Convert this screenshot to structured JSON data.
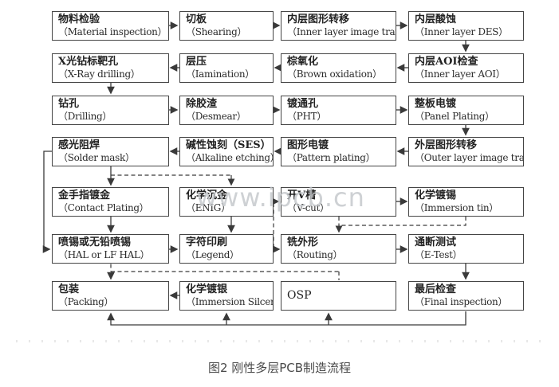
{
  "figure": {
    "caption": "图2 刚性多层PCB制造流程",
    "watermark": "www.ipcb.cn"
  },
  "flow": {
    "boxes": [
      {
        "id": "material-inspection",
        "zh": "物料检验",
        "en": "（Material inspection）"
      },
      {
        "id": "shearing",
        "zh": "切板",
        "en": "（Shearing）"
      },
      {
        "id": "inner-layer-image-transfer",
        "zh": "内层图形转移",
        "en": "（Inner layer image transfer）"
      },
      {
        "id": "inner-layer-des",
        "zh": "内层酸蚀",
        "en": "（Inner layer DES）"
      },
      {
        "id": "xray-drilling",
        "zh": "X光钻标靶孔",
        "en": "（X-Ray drilling）"
      },
      {
        "id": "lamination",
        "zh": "层压",
        "en": "（Iamination）"
      },
      {
        "id": "brown-oxidation",
        "zh": "棕氧化",
        "en": "（Brown oxidation）"
      },
      {
        "id": "inner-layer-aoi",
        "zh": "内层AOI检查",
        "en": "（Inner layer AOI）"
      },
      {
        "id": "drilling",
        "zh": "钻孔",
        "en": "（Drilling）"
      },
      {
        "id": "desmear",
        "zh": "除胶渣",
        "en": "（Desmear）"
      },
      {
        "id": "pht",
        "zh": "镀通孔",
        "en": "（PHT）"
      },
      {
        "id": "panel-plating",
        "zh": "整板电镀",
        "en": "（Panel Plating）"
      },
      {
        "id": "solder-mask",
        "zh": "感光阻焊",
        "en": "（Solder mask）"
      },
      {
        "id": "alkaline-etching",
        "zh": "碱性蚀刻（SES）",
        "en": "（Alkaline etching）"
      },
      {
        "id": "pattern-plating",
        "zh": "图形电镀",
        "en": "（Pattern plating）"
      },
      {
        "id": "outer-layer-image-transfer",
        "zh": "外层图形转移",
        "en": "（Outer layer image transfer）"
      },
      {
        "id": "contact-plating",
        "zh": "金手指镀金",
        "en": "（Contact Plating）"
      },
      {
        "id": "enig",
        "zh": "化学沉金",
        "en": "（ENIG）"
      },
      {
        "id": "v-cut",
        "zh": "开V槽",
        "en": "（V-cut）"
      },
      {
        "id": "immersion-tin",
        "zh": "化学镀锡",
        "en": "（Immersion tin）"
      },
      {
        "id": "hal",
        "zh": "喷锡或无铅喷锡",
        "en": "（HAL or LF HAL）"
      },
      {
        "id": "legend",
        "zh": "字符印刷",
        "en": "（Legend）"
      },
      {
        "id": "routing",
        "zh": "铣外形",
        "en": "（Routing）"
      },
      {
        "id": "e-test",
        "zh": "通断测试",
        "en": "（E-Test）"
      },
      {
        "id": "packing",
        "zh": "包装",
        "en": "（Packing）"
      },
      {
        "id": "immersion-silver",
        "zh": "化学镀银",
        "en": "（Immersion Silcer）"
      },
      {
        "id": "osp",
        "zh": "OSP",
        "en": ""
      },
      {
        "id": "final-inspection",
        "zh": "最后检查",
        "en": "（Final inspection）"
      }
    ]
  }
}
